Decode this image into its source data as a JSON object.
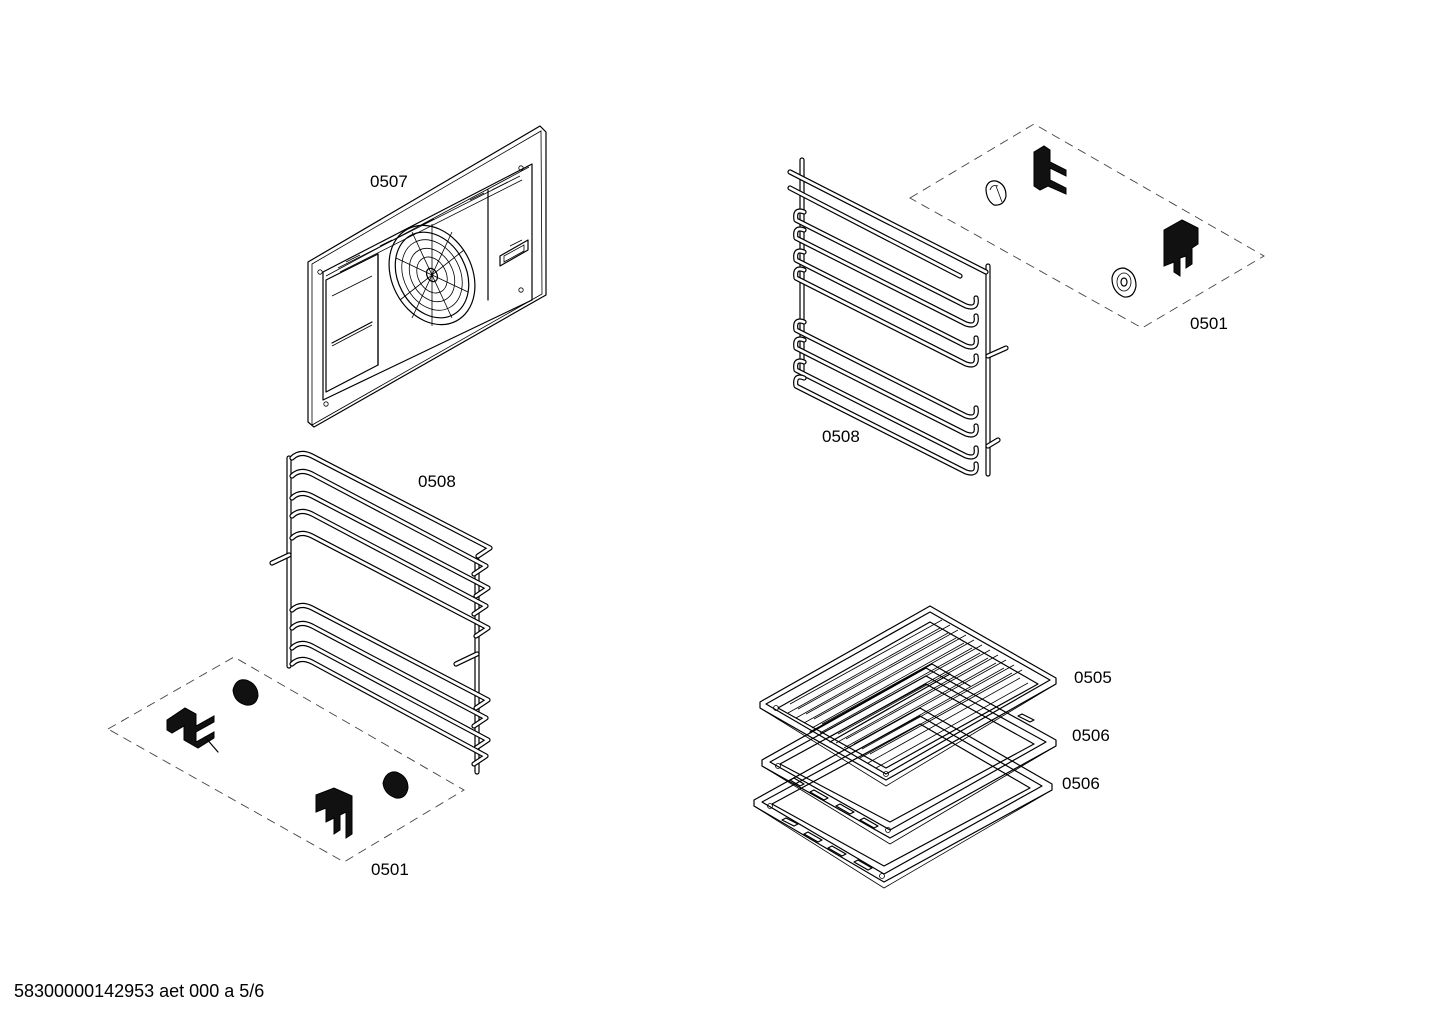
{
  "labels": {
    "back_panel": "0507",
    "rack_left": "0508",
    "rack_right": "0508",
    "clips_left": "0501",
    "clips_right": "0501",
    "grill_rack": "0505",
    "tray_upper": "0506",
    "tray_lower": "0506"
  },
  "footer": {
    "doc_id": "58300000142953 aet 000 a 5/6"
  }
}
